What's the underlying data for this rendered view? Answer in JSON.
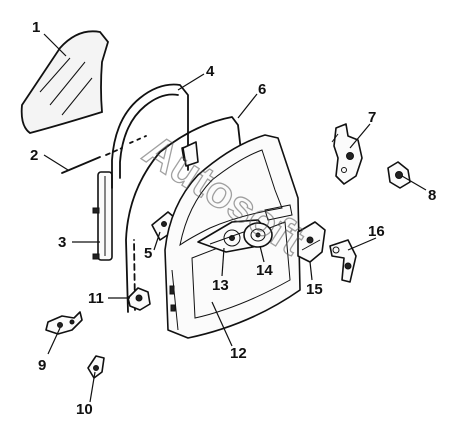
{
  "diagram": {
    "watermark": "Autosoft",
    "callouts": [
      {
        "id": "1",
        "label": "1"
      },
      {
        "id": "2",
        "label": "2"
      },
      {
        "id": "3",
        "label": "3"
      },
      {
        "id": "4",
        "label": "4"
      },
      {
        "id": "5",
        "label": "5"
      },
      {
        "id": "6",
        "label": "6"
      },
      {
        "id": "7",
        "label": "7"
      },
      {
        "id": "8",
        "label": "8"
      },
      {
        "id": "9",
        "label": "9"
      },
      {
        "id": "10",
        "label": "10"
      },
      {
        "id": "11",
        "label": "11"
      },
      {
        "id": "12",
        "label": "12"
      },
      {
        "id": "13",
        "label": "13"
      },
      {
        "id": "14",
        "label": "14"
      },
      {
        "id": "15",
        "label": "15"
      },
      {
        "id": "16",
        "label": "16"
      }
    ]
  },
  "colors": {
    "line": "#111111",
    "background": "#ffffff",
    "watermark": "#555555"
  }
}
